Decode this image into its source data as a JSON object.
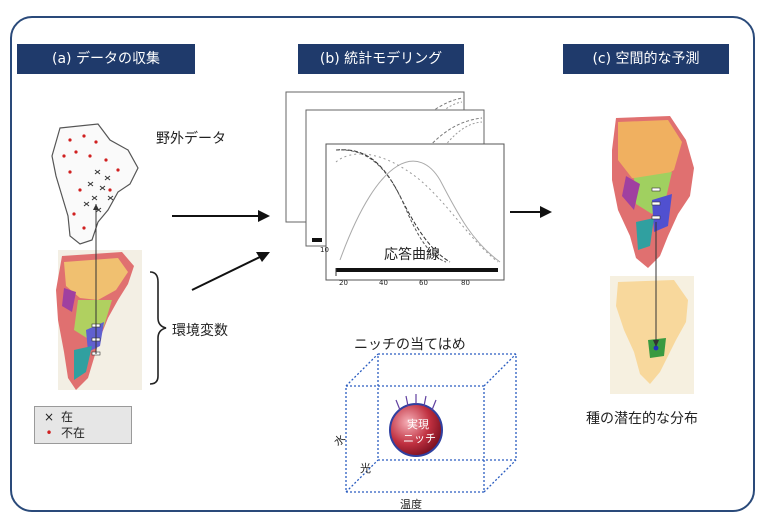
{
  "panels": {
    "a": {
      "title": "(a)  データの収集"
    },
    "b": {
      "title": "(b)  統計モデリング"
    },
    "c": {
      "title": "(c)  空間的な予測"
    }
  },
  "labels": {
    "field_data": "野外データ",
    "env_vars": "環境変数",
    "response_curve": "応答曲線",
    "niche_fit": "ニッチの当てはめ",
    "potential_dist": "種の潜在的な分布",
    "realized_niche_line1": "実現",
    "realized_niche_line2": "ニッチ",
    "axis_water": "水",
    "axis_light": "光",
    "axis_temp": "温度"
  },
  "legend": {
    "present_label": "在",
    "absent_label": "不在",
    "present_marker": "×",
    "absent_marker": "•"
  },
  "plot_ticks": [
    "20",
    "40",
    "60",
    "80"
  ],
  "plot_tick_back": "10",
  "colors": {
    "header_bg": "#1f3a6b",
    "frame": "#2a4a7a",
    "niche_sphere": "#c03040",
    "cube_dots": "#2a5cc0"
  }
}
